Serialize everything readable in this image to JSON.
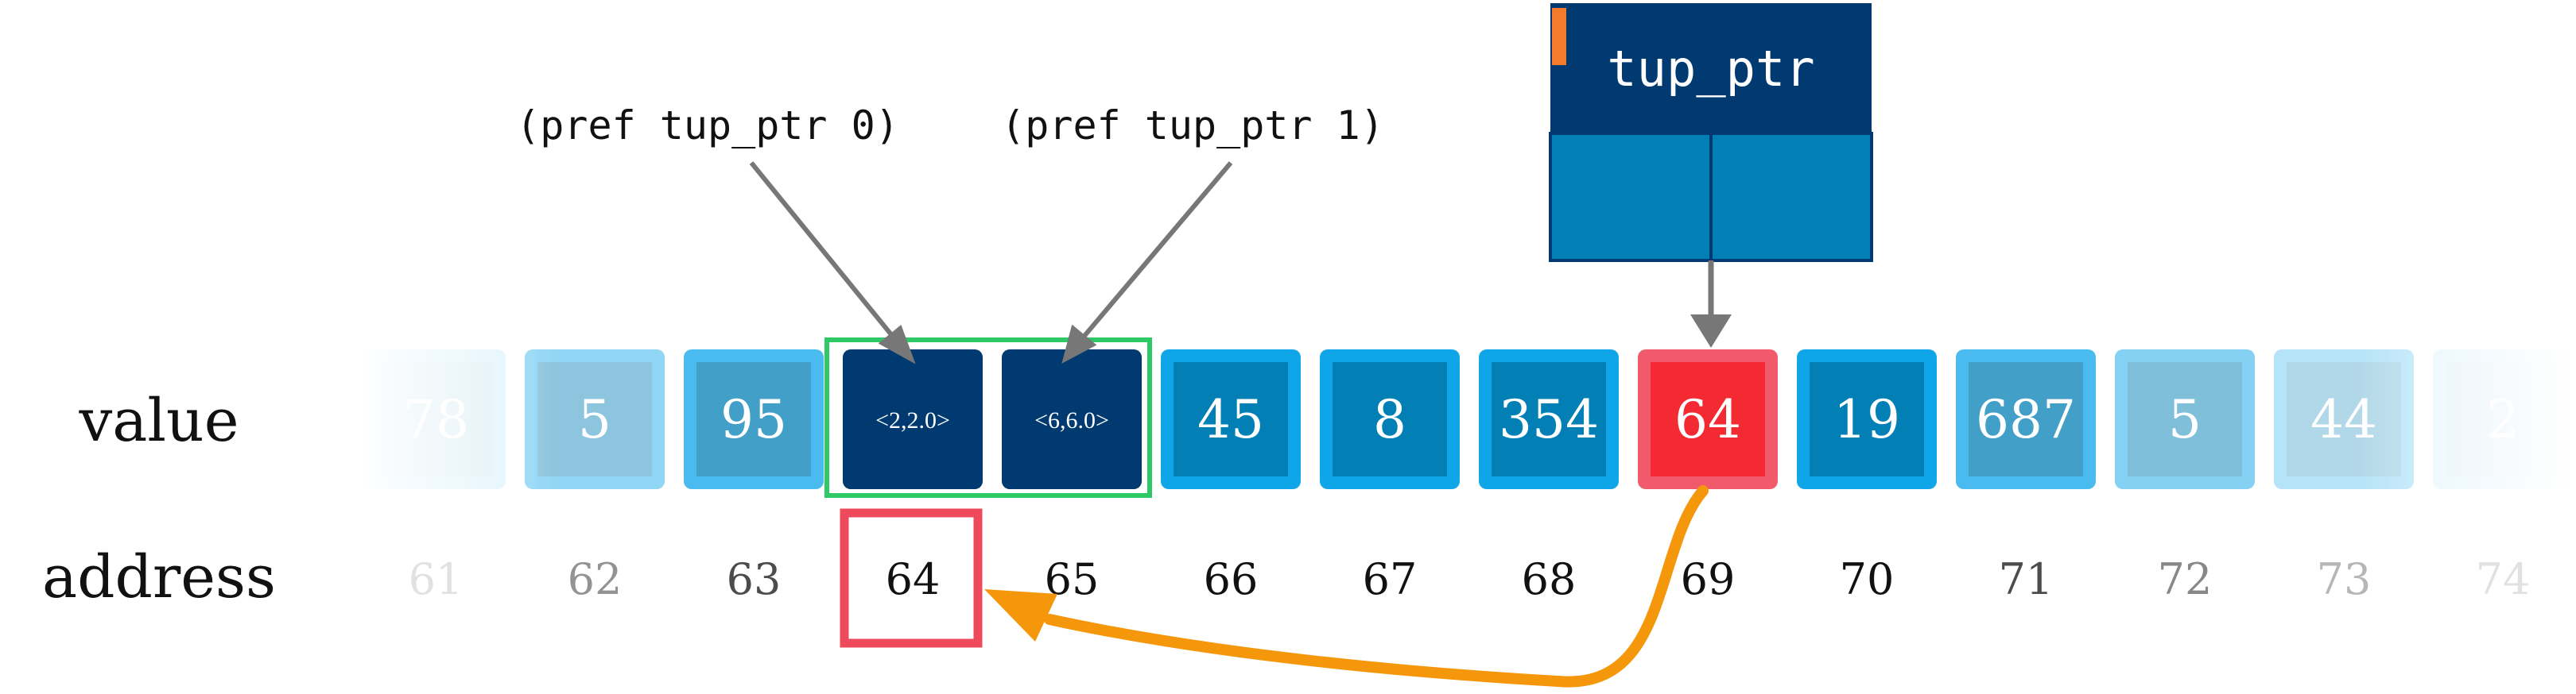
{
  "row_labels": {
    "value": "value",
    "address": "address"
  },
  "cells": [
    {
      "value": "78",
      "address": "61",
      "fade": 0.12,
      "style": "light"
    },
    {
      "value": "5",
      "address": "62",
      "fade": 0.45,
      "style": "light"
    },
    {
      "value": "95",
      "address": "63",
      "fade": 0.75,
      "style": "light"
    },
    {
      "value": "<2,2.0>",
      "address": "64",
      "fade": 1.0,
      "style": "dark"
    },
    {
      "value": "<6,6.0>",
      "address": "65",
      "fade": 1.0,
      "style": "dark"
    },
    {
      "value": "45",
      "address": "66",
      "fade": 1.0,
      "style": "mid"
    },
    {
      "value": "8",
      "address": "67",
      "fade": 1.0,
      "style": "mid"
    },
    {
      "value": "354",
      "address": "68",
      "fade": 1.0,
      "style": "mid"
    },
    {
      "value": "64",
      "address": "69",
      "fade": 1.0,
      "style": "red"
    },
    {
      "value": "19",
      "address": "70",
      "fade": 1.0,
      "style": "mid"
    },
    {
      "value": "687",
      "address": "71",
      "fade": 0.75,
      "style": "light"
    },
    {
      "value": "5",
      "address": "72",
      "fade": 0.5,
      "style": "light"
    },
    {
      "value": "44",
      "address": "73",
      "fade": 0.3,
      "style": "light"
    },
    {
      "value": "2",
      "address": "74",
      "fade": 0.1,
      "style": "light"
    }
  ],
  "callouts": [
    "(pref tup_ptr 0)",
    "(pref tup_ptr 1)"
  ],
  "variable": {
    "name": "tup_ptr"
  },
  "colors": {
    "dark": "#003a70",
    "mid_outer": "#0ea5e9",
    "mid_inner": "#0280b6",
    "red_outer": "#f05a6a",
    "red_inner": "#f42a33",
    "green": "#2ec866",
    "red_box": "#ef4a5c",
    "orange": "#f5970b",
    "orange_tab": "#f47a2c",
    "gray_arrow": "#777777"
  }
}
